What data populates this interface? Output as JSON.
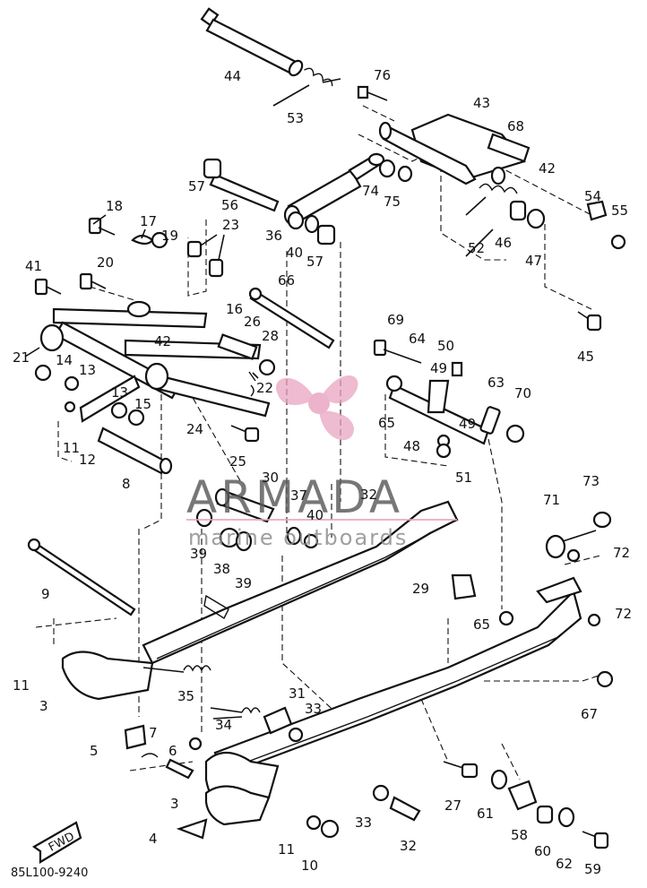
{
  "diagram_code": "85L100-9240",
  "watermark": {
    "brand": "ARMADA",
    "subtitle": "marine outboards",
    "accent": "#e8a3c0"
  },
  "fwd_label": "FWD",
  "callouts": [
    "44",
    "53",
    "76",
    "43",
    "68",
    "42",
    "57",
    "56",
    "74",
    "75",
    "54",
    "55",
    "18",
    "17",
    "19",
    "23",
    "36",
    "40",
    "57",
    "52",
    "46",
    "47",
    "41",
    "20",
    "66",
    "16",
    "26",
    "28",
    "21",
    "42",
    "14",
    "13",
    "69",
    "64",
    "50",
    "49",
    "63",
    "70",
    "45",
    "13",
    "15",
    "22",
    "65",
    "49",
    "48",
    "11",
    "12",
    "24",
    "25",
    "51",
    "8",
    "30",
    "37",
    "32",
    "40",
    "73",
    "71",
    "72",
    "9",
    "39",
    "38",
    "39",
    "29",
    "65",
    "72",
    "11",
    "3",
    "35",
    "31",
    "33",
    "34",
    "67",
    "5",
    "7",
    "6",
    "3",
    "4",
    "33",
    "27",
    "61",
    "58",
    "11",
    "10",
    "32",
    "60",
    "62",
    "59"
  ]
}
